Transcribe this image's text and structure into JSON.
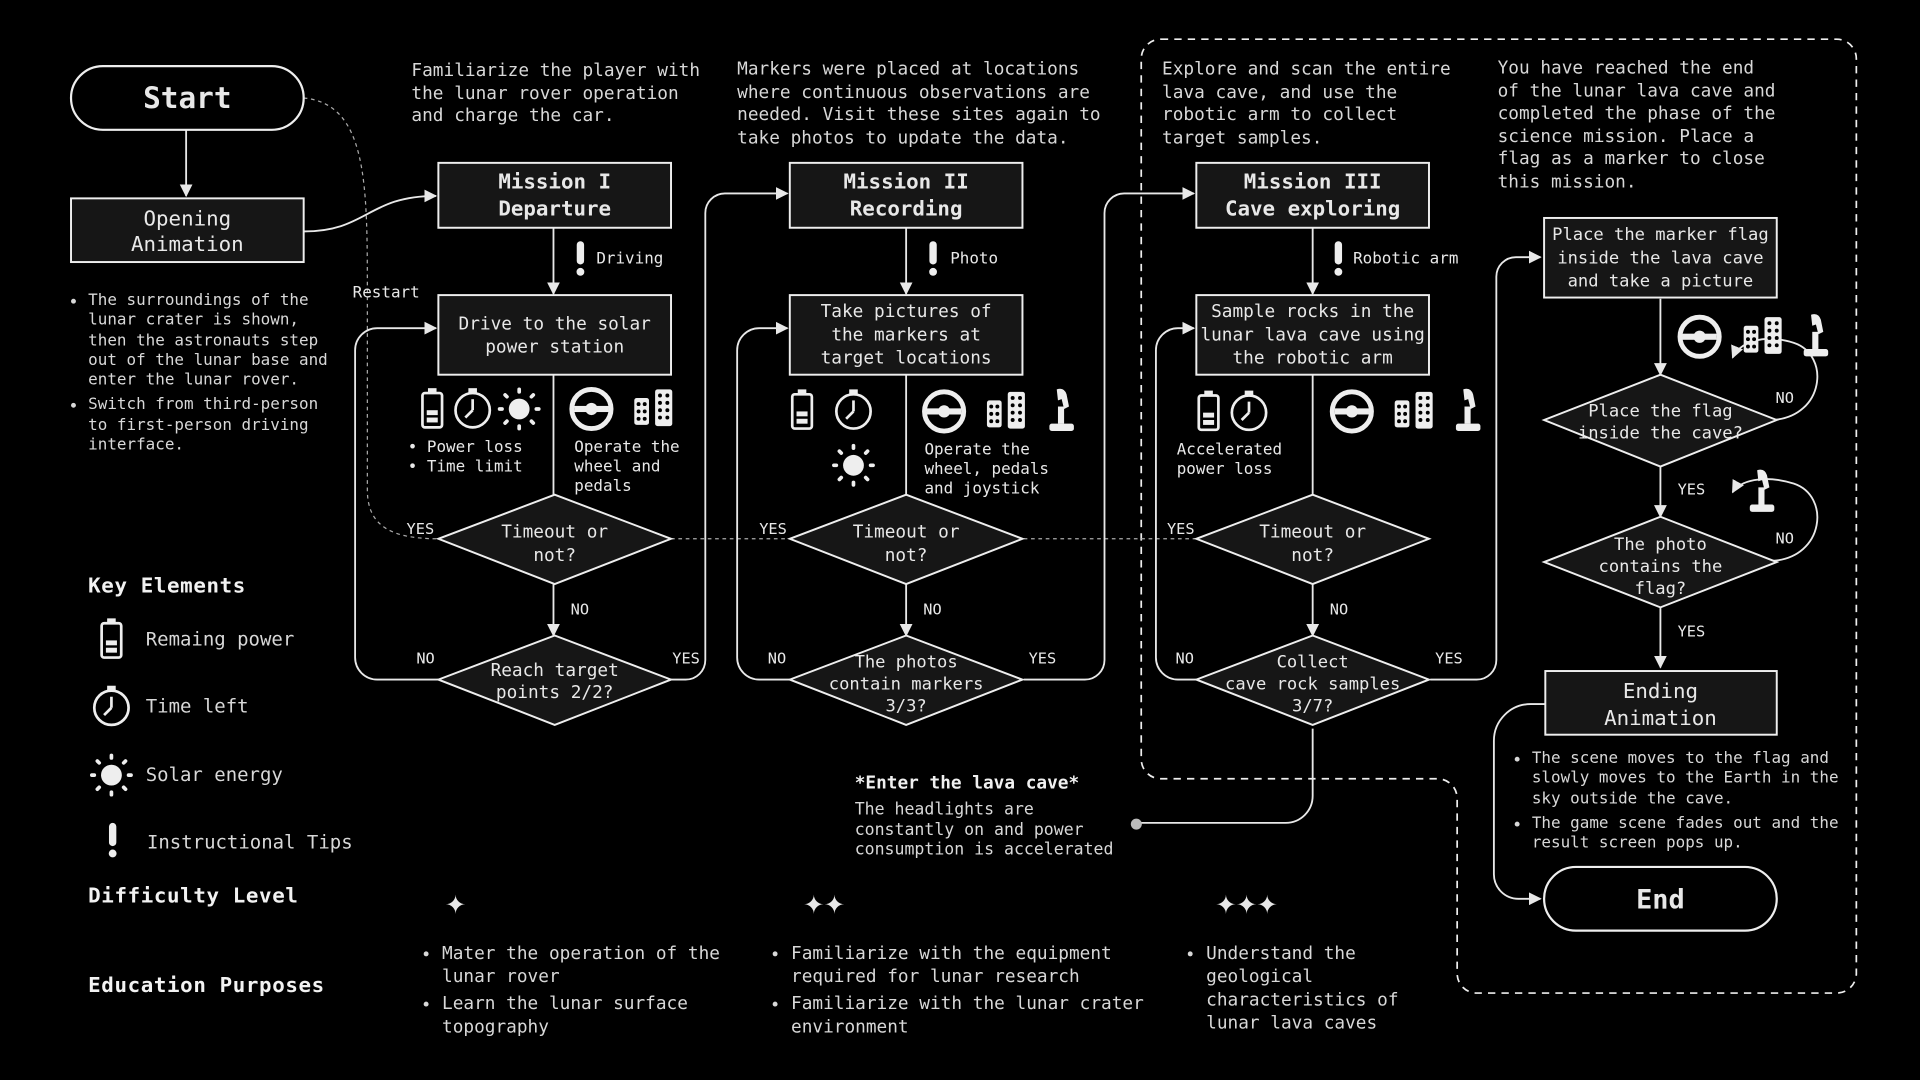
{
  "start": {
    "label": "Start"
  },
  "opening": {
    "lines": [
      "Opening",
      "Animation"
    ]
  },
  "opening_notes": [
    "The surroundings of the lunar crater is shown, then the astronauts step out of the lunar base and enter the lunar rover.",
    "Switch from third-person to first-person driving interface."
  ],
  "restart_label": "Restart",
  "yes": "YES",
  "no": "NO",
  "mission1": {
    "intro": "Familiarize the player with\nthe lunar rover operation\nand charge the car.",
    "title": [
      "Mission I",
      "Departure"
    ],
    "tip": "Driving",
    "task": [
      "Drive to the solar",
      "power station"
    ],
    "constraints": [
      "Power loss",
      "Time limit"
    ],
    "controls": [
      "Operate the",
      "wheel and",
      "pedals"
    ],
    "timeout": [
      "Timeout or",
      "not?"
    ],
    "check": [
      "Reach target",
      "points 2/2?"
    ]
  },
  "mission2": {
    "intro": "Markers were placed at locations\nwhere continuous observations are\nneeded. Visit these sites again to\ntake photos to update the data.",
    "title": [
      "Mission II",
      "Recording"
    ],
    "tip": "Photo",
    "task": [
      "Take pictures of",
      "the markers at",
      "target locations"
    ],
    "controls": [
      "Operate the",
      "wheel, pedals",
      "and joystick"
    ],
    "timeout": [
      "Timeout or",
      "not?"
    ],
    "check": [
      "The photos",
      "contain  markers",
      "3/3?"
    ]
  },
  "mission3": {
    "intro": "Explore and scan the entire\nlava cave, and use the\nrobotic arm to collect\ntarget samples.",
    "title": [
      "Mission III",
      "Cave exploring"
    ],
    "tip": "Robotic arm",
    "task": [
      "Sample rocks in the",
      "lunar lava cave using",
      "the robotic arm"
    ],
    "constraints": [
      "Accelerated",
      "power loss"
    ],
    "timeout": [
      "Timeout or",
      "not?"
    ],
    "check": [
      "Collect",
      "cave rock samples",
      "3/7?"
    ]
  },
  "lava_note": {
    "title": "*Enter the lava cave*",
    "body": "The headlights are\nconstantly on and power\nconsumption is accelerated"
  },
  "final": {
    "intro": "You have reached the end\nof the lunar lava cave and\ncompleted the phase of the\nscience mission. Place a\nflag as a marker to close\nthis mission.",
    "task": [
      "Place the marker flag",
      "inside the lava cave",
      "and take a picture"
    ],
    "q1": [
      "Place the flag",
      "inside the cave?"
    ],
    "q2": [
      "The photo",
      "contains the",
      "flag?"
    ],
    "ending": [
      "Ending",
      "Animation"
    ],
    "ending_notes": [
      "The scene moves to the flag and slowly moves to the Earth in the sky outside the cave.",
      "The game scene fades out and the result screen pops up."
    ],
    "end": "End"
  },
  "key_elements": {
    "heading": "Key Elements",
    "items": [
      {
        "icon": "battery-icon",
        "label": "Remaing power"
      },
      {
        "icon": "stopwatch-icon",
        "label": "Time left"
      },
      {
        "icon": "sun-icon",
        "label": "Solar energy"
      },
      {
        "icon": "exclamation-icon",
        "label": "Instructional Tips"
      }
    ]
  },
  "difficulty": {
    "heading": "Difficulty Level",
    "levels": [
      "✦",
      "✦✦",
      "✦✦✦"
    ]
  },
  "education": {
    "heading": "Education Purposes",
    "m1": [
      "Mater the operation of the lunar rover",
      "Learn the lunar surface topography"
    ],
    "m2": [
      "Familiarize with the equipment required for lunar research",
      "Familiarize with the lunar crater environment"
    ],
    "m3": [
      "Understand the geological characteristics of lunar lava caves"
    ]
  },
  "colors": {
    "background": "#000000",
    "line": "#e8e8e8",
    "box_fill": "#161616"
  }
}
